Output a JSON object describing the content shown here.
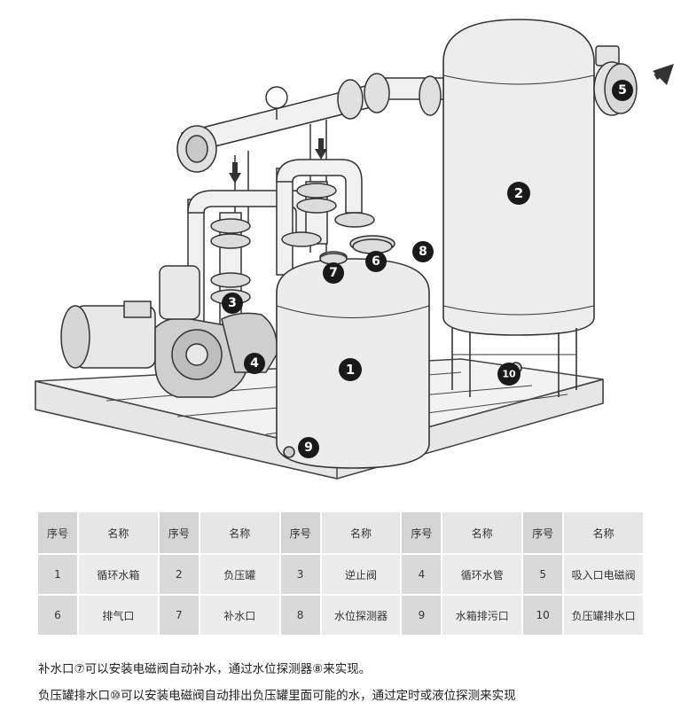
{
  "diagram": {
    "markers": [
      {
        "id": "1",
        "label": "1"
      },
      {
        "id": "2",
        "label": "2"
      },
      {
        "id": "3",
        "label": "3"
      },
      {
        "id": "4",
        "label": "4"
      },
      {
        "id": "5",
        "label": "5"
      },
      {
        "id": "6",
        "label": "6"
      },
      {
        "id": "7",
        "label": "7"
      },
      {
        "id": "8",
        "label": "8"
      },
      {
        "id": "9",
        "label": "9"
      },
      {
        "id": "10",
        "label": "10"
      }
    ]
  },
  "table": {
    "headers": {
      "num": "序号",
      "name": "名称"
    },
    "rows": [
      [
        {
          "num": "1",
          "name": "循环水箱"
        },
        {
          "num": "2",
          "name": "负压罐"
        },
        {
          "num": "3",
          "name": "逆止阀"
        },
        {
          "num": "4",
          "name": "循环水管"
        },
        {
          "num": "5",
          "name": "吸入口电磁阀"
        }
      ],
      [
        {
          "num": "6",
          "name": "排气口"
        },
        {
          "num": "7",
          "name": "补水口"
        },
        {
          "num": "8",
          "name": "水位探测器"
        },
        {
          "num": "9",
          "name": "水箱排污口"
        },
        {
          "num": "10",
          "name": "负压罐排水口"
        }
      ]
    ]
  },
  "notes": [
    "补水口⑦可以安装电磁阀自动补水，通过水位探测器⑧来实现。",
    "负压罐排水口⑩可以安装电磁阀自动排出负压罐里面可能的水，通过定时或液位探测来实现"
  ]
}
